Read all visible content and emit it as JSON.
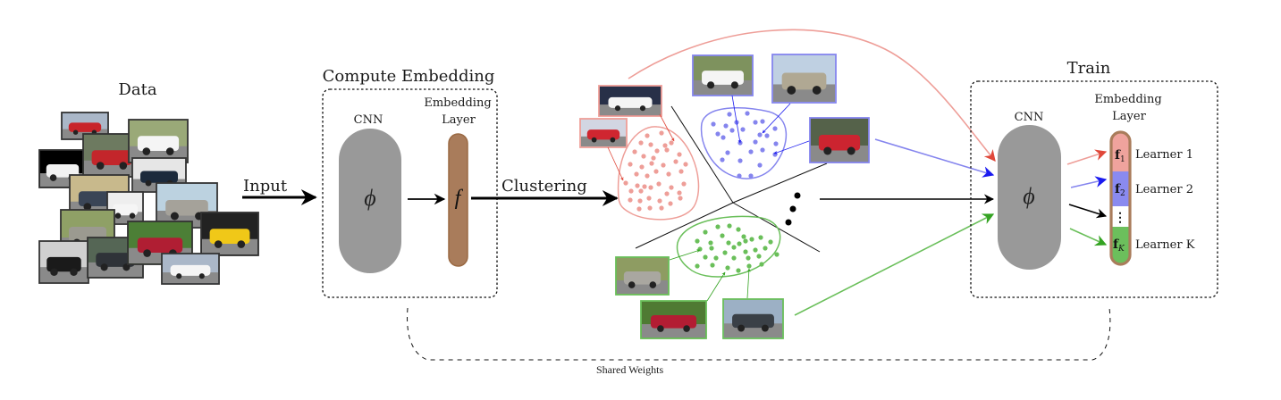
{
  "diagram": {
    "type": "pipeline-figure",
    "stages": {
      "data": {
        "title": "Data",
        "thumbnail_count": 16
      },
      "input_arrow": {
        "label": "Input"
      },
      "compute_embedding": {
        "title": "Compute  Embedding",
        "cnn_label": "CNN",
        "cnn_symbol": "ϕ",
        "embedding_label_line1": "Embedding",
        "embedding_label_line2": "Layer",
        "embedding_symbol": "f"
      },
      "clustering_arrow": {
        "label": "Clustering"
      },
      "clusters": [
        {
          "name": "cluster-1",
          "color": "#ee9e98",
          "point_count": 44,
          "example_images": 2
        },
        {
          "name": "cluster-2",
          "color": "#8585ee",
          "point_count": 27,
          "example_images": 3
        },
        {
          "name": "cluster-k",
          "color": "#6abf5a",
          "point_count": 34,
          "example_images": 3
        }
      ],
      "ellipsis": "⋮",
      "train": {
        "title": "Train",
        "cnn_label": "CNN",
        "cnn_symbol": "ϕ",
        "embedding_label_line1": "Embedding",
        "embedding_label_line2": "Layer",
        "learners": [
          {
            "symbol": "f",
            "sub": "1",
            "label": "Learner  1",
            "color": "#efa39d",
            "arrow_color": "#e0483a"
          },
          {
            "symbol": "f",
            "sub": "2",
            "label": "Learner  2",
            "color": "#8a8af0",
            "arrow_color": "#1a1af0"
          },
          {
            "symbol": "⋮",
            "sub": "",
            "label": "",
            "color": "#ffffff",
            "arrow_color": "#000000"
          },
          {
            "symbol": "f",
            "sub": "K",
            "label": "Learner  K",
            "color": "#6cbf5c",
            "arrow_color": "#34a322"
          }
        ]
      },
      "shared_weights": {
        "label": "Shared Weights"
      }
    },
    "colors": {
      "cnn_fill": "#999999",
      "embedding_fill": "#a97c5b",
      "embedding_stroke": "#9b6a44",
      "red": "#ee9e98",
      "blue": "#8585ee",
      "green": "#6abf5a",
      "photo_border_default": "#333333"
    }
  }
}
